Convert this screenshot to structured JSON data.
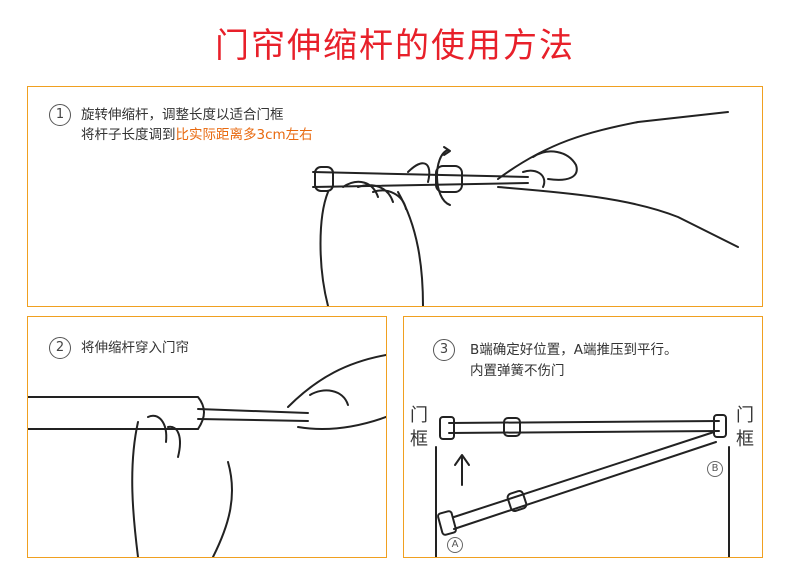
{
  "title": "门帘伸缩杆的使用方法",
  "steps": [
    {
      "number": "1",
      "line1": "旋转伸缩杆，调整长度以适合门框",
      "line2_prefix": "将杆子长度调到",
      "line2_highlight": "比实际距离多3cm左右"
    },
    {
      "number": "2",
      "line1": "将伸缩杆穿入门帘"
    },
    {
      "number": "3",
      "line1": "B端确定好位置，A端推压到平行。",
      "line2": "内置弹簧不伤门",
      "left_label_1": "门",
      "left_label_2": "框",
      "right_label_1": "门",
      "right_label_2": "框",
      "marker_a": "A",
      "marker_b": "B"
    }
  ],
  "colors": {
    "title": "#e8202a",
    "border": "#f0a020",
    "highlight": "#e86a10"
  }
}
